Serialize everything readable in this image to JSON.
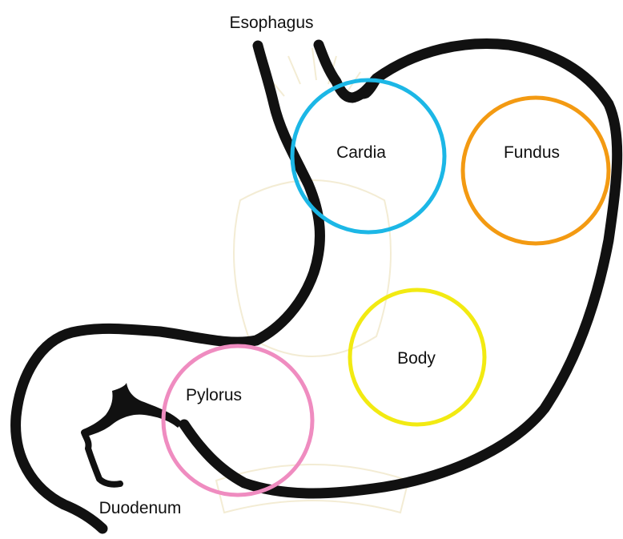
{
  "labels": {
    "esophagus": "Esophagus",
    "cardia": "Cardia",
    "fundus": "Fundus",
    "body": "Body",
    "pylorus": "Pylorus",
    "duodenum": "Duodenum"
  },
  "colors": {
    "outline": "#111111",
    "cardia": "#1cb7e6",
    "fundus": "#f39a12",
    "body": "#f2ea12",
    "pylorus": "#ef8cc0",
    "watermark": "#e9dcb0"
  }
}
